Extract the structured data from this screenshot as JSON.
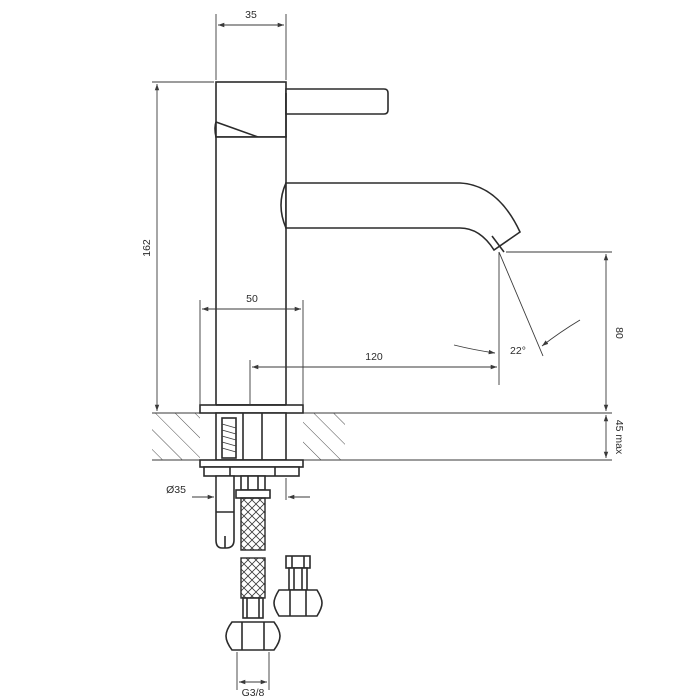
{
  "dimensions": {
    "body_width": "35",
    "total_height": "162",
    "base_width": "50",
    "spout_reach": "120",
    "spout_angle": "22°",
    "outlet_height": "80",
    "counter_thickness": "45 max",
    "hole_diameter": "Ø35",
    "thread_size": "G3/8"
  }
}
